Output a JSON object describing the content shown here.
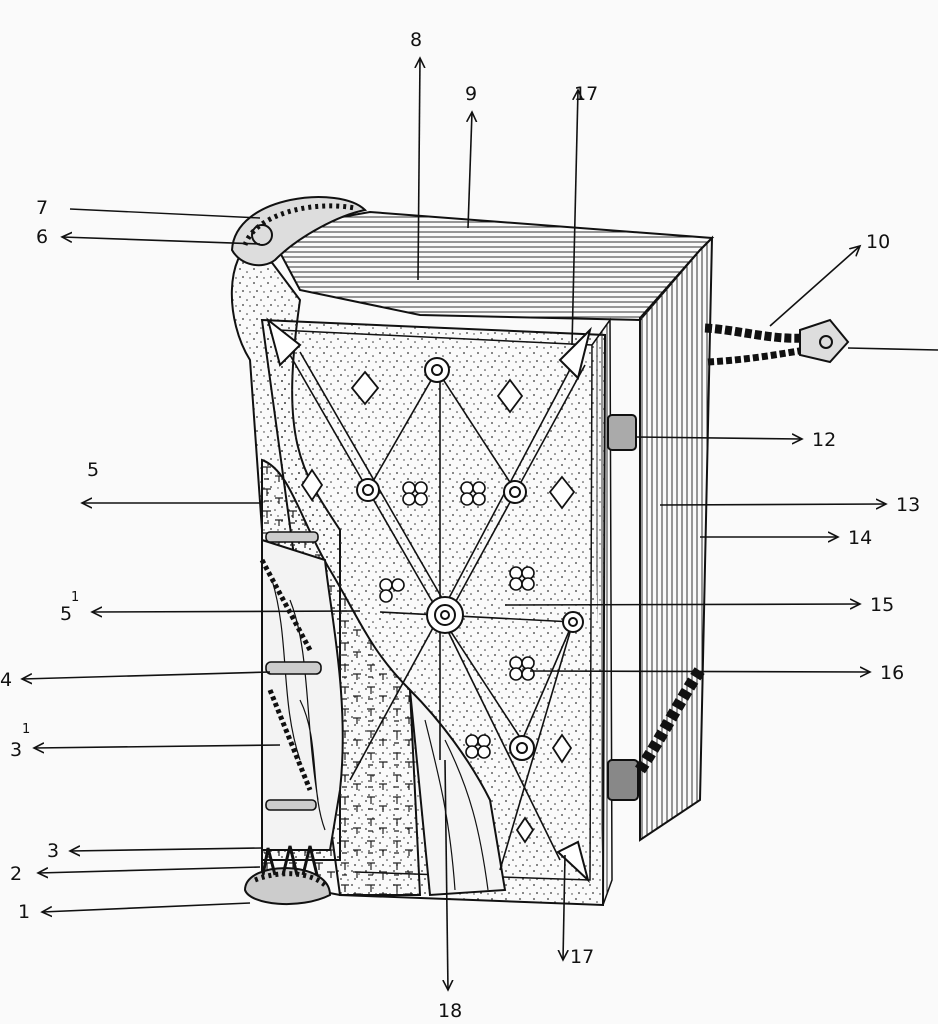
{
  "diagram": {
    "labels": {
      "l1": "1",
      "l2": "2",
      "l3": "3",
      "l3a": "3",
      "l3a_sup": "1",
      "l4": "4",
      "l5": "5",
      "l5a": "5",
      "l5a_sup": "1",
      "l6": "6",
      "l7": "7",
      "l8": "8",
      "l9": "9",
      "l10": "10",
      "l12": "12",
      "l13": "13",
      "l14": "14",
      "l15": "15",
      "l16": "16",
      "l17_top": "17",
      "l17_bottom": "17",
      "l18": "18"
    }
  }
}
